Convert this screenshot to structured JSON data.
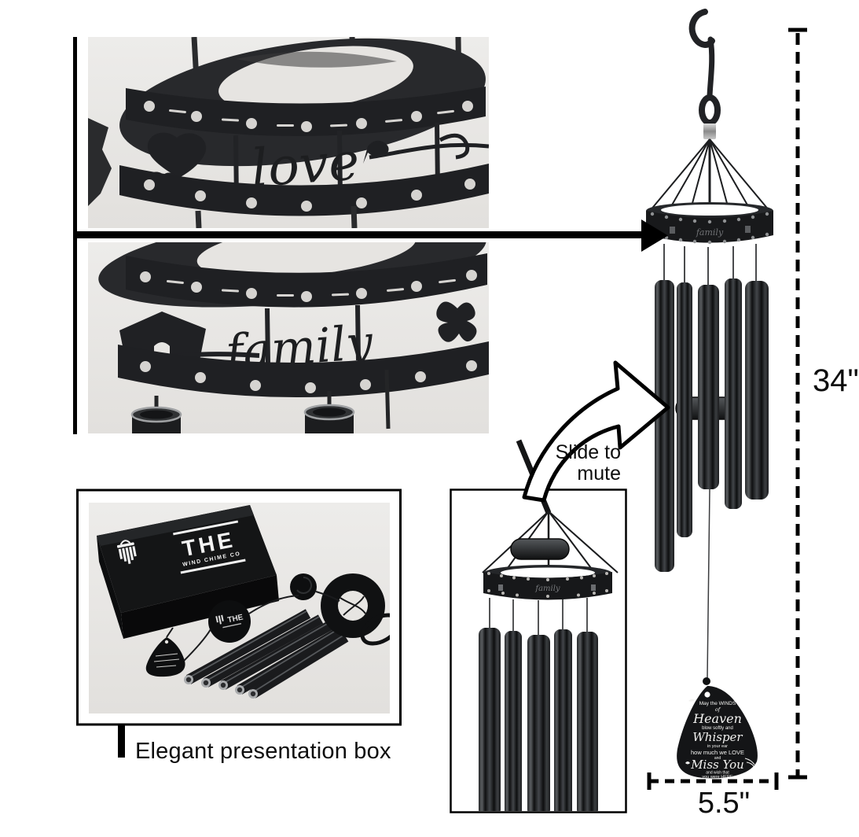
{
  "annotations": {
    "slide_to_mute": [
      "Slide to",
      "mute"
    ],
    "height_label": "34\"",
    "width_label": "5.5\"",
    "box_label": "Elegant presentation box"
  },
  "ring_words": {
    "photo_top": "love",
    "photo_bottom": "family",
    "main_ring": "family"
  },
  "brand": {
    "name": "THE",
    "subtitle": "WIND CHIME CO"
  },
  "pendant": {
    "lines": [
      "May the WINDS",
      "of",
      "Heaven",
      "blow softly and",
      "Whisper",
      "in your ear",
      "how much we LOVE",
      "and",
      "Miss You",
      "and wish that",
      "you were HERE"
    ]
  },
  "colors": {
    "background": "#ffffff",
    "photo_bg": "#e9e7e4",
    "metal_dark": "#17181a",
    "silver": "#a9abad",
    "text": "#0d0d0d"
  }
}
